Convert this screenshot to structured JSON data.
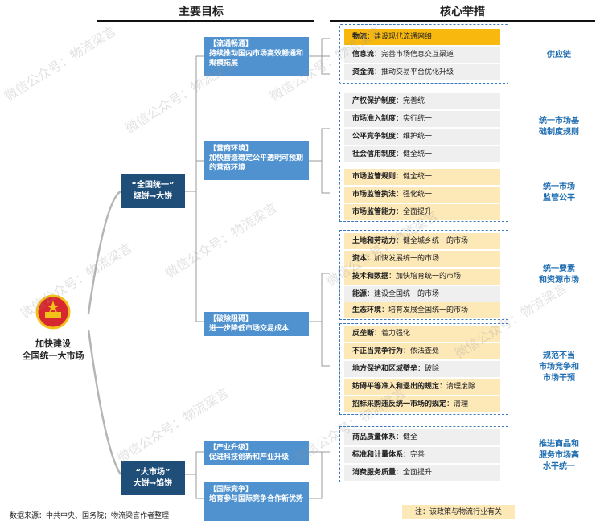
{
  "headers": {
    "goals": "主要目标",
    "measures": "核心举措"
  },
  "root": {
    "line1": "加快建设",
    "line2": "全国统一大市场"
  },
  "level1": [
    {
      "line1": "“全国统一”",
      "line2": "烧饼→大饼"
    },
    {
      "line1": "“大市场”",
      "line2": "大饼→馅饼"
    }
  ],
  "goals": [
    {
      "title": "【流通畅通】",
      "desc": "持续推动国内市场高效畅通和规模拓展"
    },
    {
      "title": "【营商环境】",
      "desc": "加快营造稳定公平透明可预期的营商环境"
    },
    {
      "title": "【破除阻碍】",
      "desc": "进一步降低市场交易成本"
    },
    {
      "title": "【产业升级】",
      "desc": "促进科技创新和产业升级"
    },
    {
      "title": "【国际竞争】",
      "desc": "培育参与国际竞争合作新优势"
    }
  ],
  "measures": [
    {
      "k": "物流",
      "v": "建设现代流通网络"
    },
    {
      "k": "信息流",
      "v": "完善市场信息交互渠道"
    },
    {
      "k": "资金流",
      "v": "推动交易平台优化升级"
    },
    {
      "k": "产权保护制度",
      "v": "完善统一"
    },
    {
      "k": "市场准入制度",
      "v": "实行统一"
    },
    {
      "k": "公平竞争制度",
      "v": "维护统一"
    },
    {
      "k": "社会信用制度",
      "v": "健全统一"
    },
    {
      "k": "市场监管规则",
      "v": "健全统一"
    },
    {
      "k": "市场监管执法",
      "v": "强化统一"
    },
    {
      "k": "市场监管能力",
      "v": "全面提升"
    },
    {
      "k": "土地和劳动力",
      "v": "健全城乡统一的市场"
    },
    {
      "k": "资本",
      "v": "加快发展统一的市场"
    },
    {
      "k": "技术和数据",
      "v": "加快培育统一的市场"
    },
    {
      "k": "能源",
      "v": "建设全国统一的市场"
    },
    {
      "k": "生态环境",
      "v": "培育发展全国统一的市场"
    },
    {
      "k": "反垄断",
      "v": "着力强化"
    },
    {
      "k": "不正当竞争行为",
      "v": "依法查处"
    },
    {
      "k": "地方保护和区域壁垒",
      "v": "破除"
    },
    {
      "k": "妨碍平等准入和退出的规定",
      "v": "清理废除"
    },
    {
      "k": "招标采购违反统一市场的规定",
      "v": "清理"
    },
    {
      "k": "商品质量体系",
      "v": "健全"
    },
    {
      "k": "标准和计量体系",
      "v": "完善"
    },
    {
      "k": "消费服务质量",
      "v": "全面提升"
    }
  ],
  "categories": [
    {
      "l1": "供应链",
      "l2": ""
    },
    {
      "l1": "统一市场基",
      "l2": "础制度规则"
    },
    {
      "l1": "统一市场",
      "l2": "监管公平"
    },
    {
      "l1": "统一要素",
      "l2": "和资源市场"
    },
    {
      "l1": "规范不当",
      "l2": "市场竞争和",
      "l3": "市场干预"
    },
    {
      "l1": "推进商品和",
      "l2": "服务市场高",
      "l3": "水平统一"
    }
  ],
  "source": "数据来源：中共中央、国务院；物流梁言作者整理",
  "note": "注：该政策与物流行业有关",
  "watermark": "微信公众号：物流梁言",
  "colors": {
    "navy": "#1f4e79",
    "blue": "#4f92cf",
    "highlight": "#f9b80e",
    "item_yellow": "#fde8b8",
    "item_gray": "#efefef",
    "category": "#1f6db0"
  }
}
